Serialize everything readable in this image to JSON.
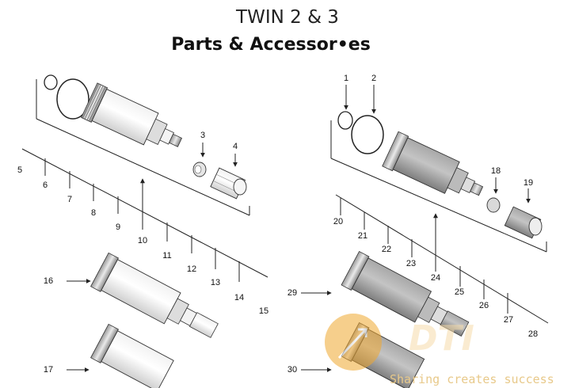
{
  "title": "TWIN 2 & 3",
  "subtitle": "Parts & Accessor•es",
  "watermark": {
    "tagline": "Sharing creates success",
    "color": "#f0a830"
  },
  "callouts": [
    "1",
    "2",
    "3",
    "4",
    "5",
    "6",
    "7",
    "8",
    "9",
    "10",
    "11",
    "12",
    "13",
    "14",
    "15",
    "16",
    "17",
    "18",
    "19",
    "20",
    "21",
    "22",
    "23",
    "24",
    "25",
    "26",
    "27",
    "28",
    "29",
    "30"
  ]
}
